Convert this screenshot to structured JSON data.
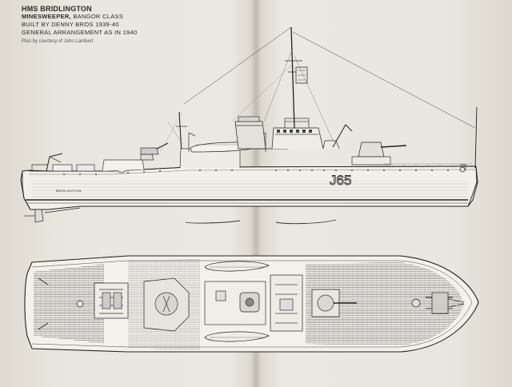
{
  "caption": {
    "title": "HMS BRIDLINGTON",
    "line1_bold": "MINESWEEPER,",
    "line1_rest": " BANGOR CLASS",
    "line2": "BUILT BY DENNY BROS 1939-40",
    "line3": "GENERAL ARRANGEMENT AS IN 1940",
    "credit": "Plan by courtesy of John Lambert"
  },
  "drawing": {
    "hull_name": "BRIDLINGTON",
    "pennant_number": "J65"
  }
}
